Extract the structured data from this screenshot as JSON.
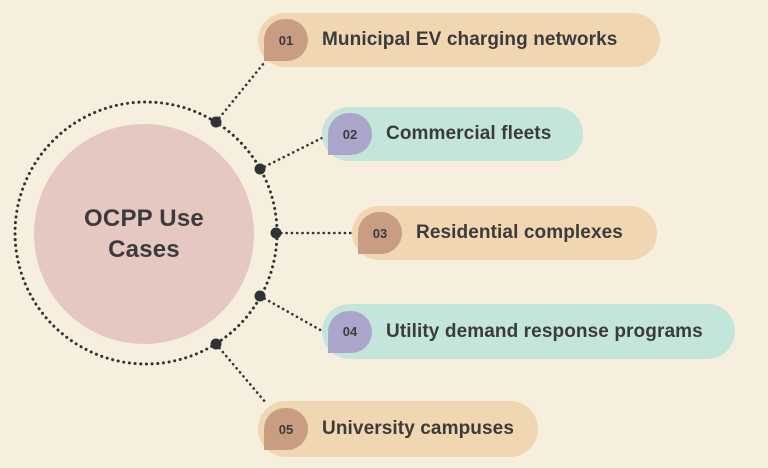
{
  "title": {
    "line1": "OCPP Use",
    "line2": "Cases"
  },
  "items": [
    {
      "number": "01",
      "label": "Municipal EV charging networks",
      "pill_color": "#f0d6b1",
      "badge_color": "#c89d82"
    },
    {
      "number": "02",
      "label": "Commercial fleets",
      "pill_color": "#c3e5da",
      "badge_color": "#aba5cc"
    },
    {
      "number": "03",
      "label": "Residential complexes",
      "pill_color": "#f0d6b1",
      "badge_color": "#c3987f"
    },
    {
      "number": "04",
      "label": "Utility demand response programs",
      "pill_color": "#c3e5da",
      "badge_color": "#aba5cc"
    },
    {
      "number": "05",
      "label": "University campuses",
      "pill_color": "#f0d6b1",
      "badge_color": "#c3987f"
    }
  ],
  "palette": {
    "bg": "#f7efdd",
    "circle_pink": "#e5c8c2",
    "pill_tan": "#f0d6b1",
    "pill_teal": "#c3e5da",
    "badge_brown": "#c89d82",
    "badge_purple": "#aba5cc",
    "ink": "#3b3b3d",
    "dots": "#323236"
  }
}
